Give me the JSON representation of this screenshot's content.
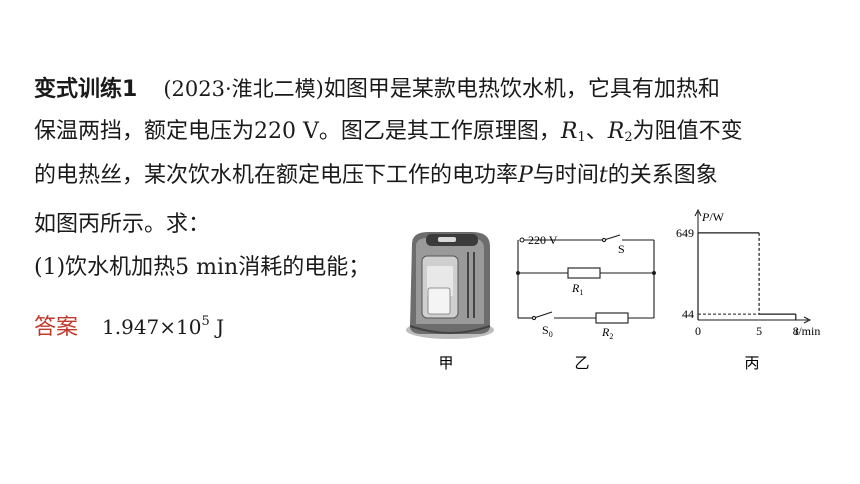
{
  "problem": {
    "title": "变式训练1",
    "source": "(2023·淮北二模)",
    "line1": "如图甲是某款电热饮水机，它具有加热和",
    "line2_a": "保温两挡，额定电压为220 V。图乙是其工作原理图，",
    "r1": "R",
    "r1_sub": "1",
    "sep": "、",
    "r2": "R",
    "r2_sub": "2",
    "line2_b": "为阻值不变",
    "line3_a": "的电热丝，某次饮水机在额定电压下工作的电功率",
    "var_p": "P",
    "line3_b": "与时间",
    "var_t": "t",
    "line3_c": "的关系图象",
    "line4": "如图丙所示。求：",
    "question1": "(1)饮水机加热5 min消耗的电能；"
  },
  "answer": {
    "label": "答案",
    "value_base": "1.947×10",
    "value_exp": "5",
    "value_unit": " J"
  },
  "figures": {
    "jia_label": "甲",
    "yi_label": "乙",
    "bing_label": "丙",
    "circuit": {
      "voltage": "220 V",
      "switch_s": "S",
      "switch_s0": "S",
      "switch_s0_sub": "0",
      "r1": "R",
      "r1_sub": "1",
      "r2": "R",
      "r2_sub": "2"
    }
  },
  "chart_data": {
    "type": "line",
    "title": "",
    "xlabel": "t/min",
    "ylabel": "P/W",
    "x": [
      0,
      5,
      5,
      8
    ],
    "y": [
      649,
      649,
      44,
      44
    ],
    "xticks": [
      "0",
      "5",
      "8"
    ],
    "yticks": [
      "44",
      "649"
    ],
    "xlim": [
      0,
      9
    ],
    "ylim": [
      0,
      700
    ]
  }
}
